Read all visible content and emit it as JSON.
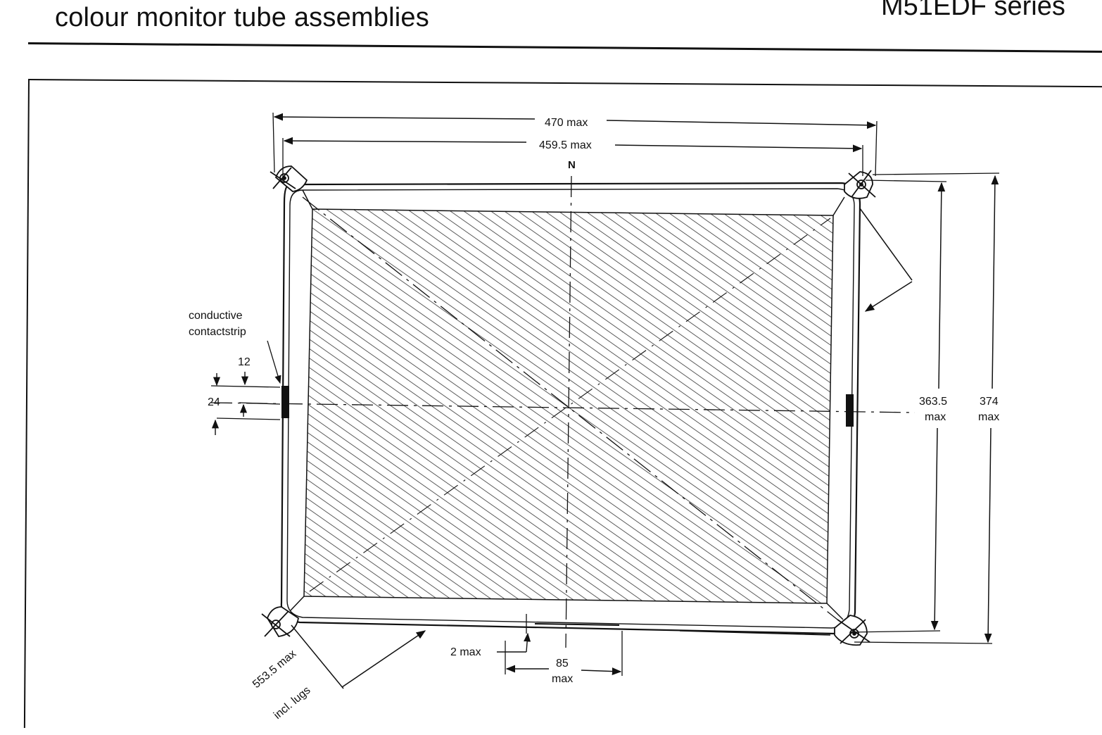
{
  "header": {
    "title": "colour monitor tube assemblies",
    "series": "M51EDF series"
  },
  "drawing": {
    "dimensions": {
      "width_outer": "470 max",
      "width_inner": "459.5 max",
      "height_inner_value": "363.5",
      "height_inner_unit": "max",
      "height_outer_value": "374",
      "height_outer_unit": "max",
      "diagonal_line1": "553.5 max",
      "diagonal_line2": "incl. lugs",
      "offset": "2 max",
      "center_value": "85",
      "center_unit": "max",
      "strip_width": "12",
      "strip_length": "24"
    },
    "labels": {
      "north": "N",
      "contact_line1": "conductive",
      "contact_line2": "contactstrip"
    }
  }
}
